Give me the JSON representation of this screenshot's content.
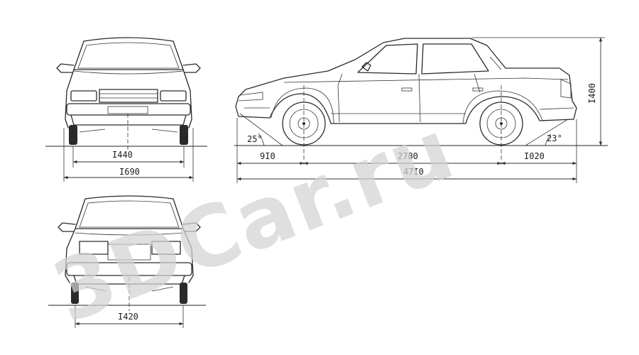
{
  "watermark": "3DCar.ru",
  "dimensions": {
    "front_track": "I440",
    "overall_width": "I690",
    "rear_track": "I420",
    "height": "I400",
    "front_overhang": "9I0",
    "wheelbase": "2780",
    "rear_overhang": "I020",
    "overall_length": "47I0",
    "approach_angle": "25°",
    "departure_angle": "23°"
  },
  "colors": {
    "line": "#2a2a2a",
    "watermark": "#d2d2d2",
    "background": "#ffffff"
  }
}
